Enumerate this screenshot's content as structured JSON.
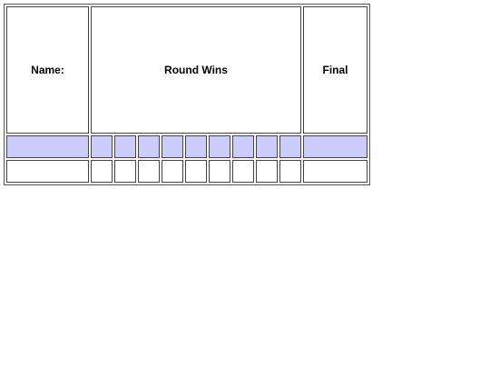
{
  "scoreboard": {
    "headers": {
      "name": "Name:",
      "round_wins": "Round Wins",
      "final": "Final"
    },
    "colors": {
      "highlight_row": "#ccccff",
      "player_row": "#ffffff",
      "border": "#444444"
    },
    "round_count": 9
  }
}
